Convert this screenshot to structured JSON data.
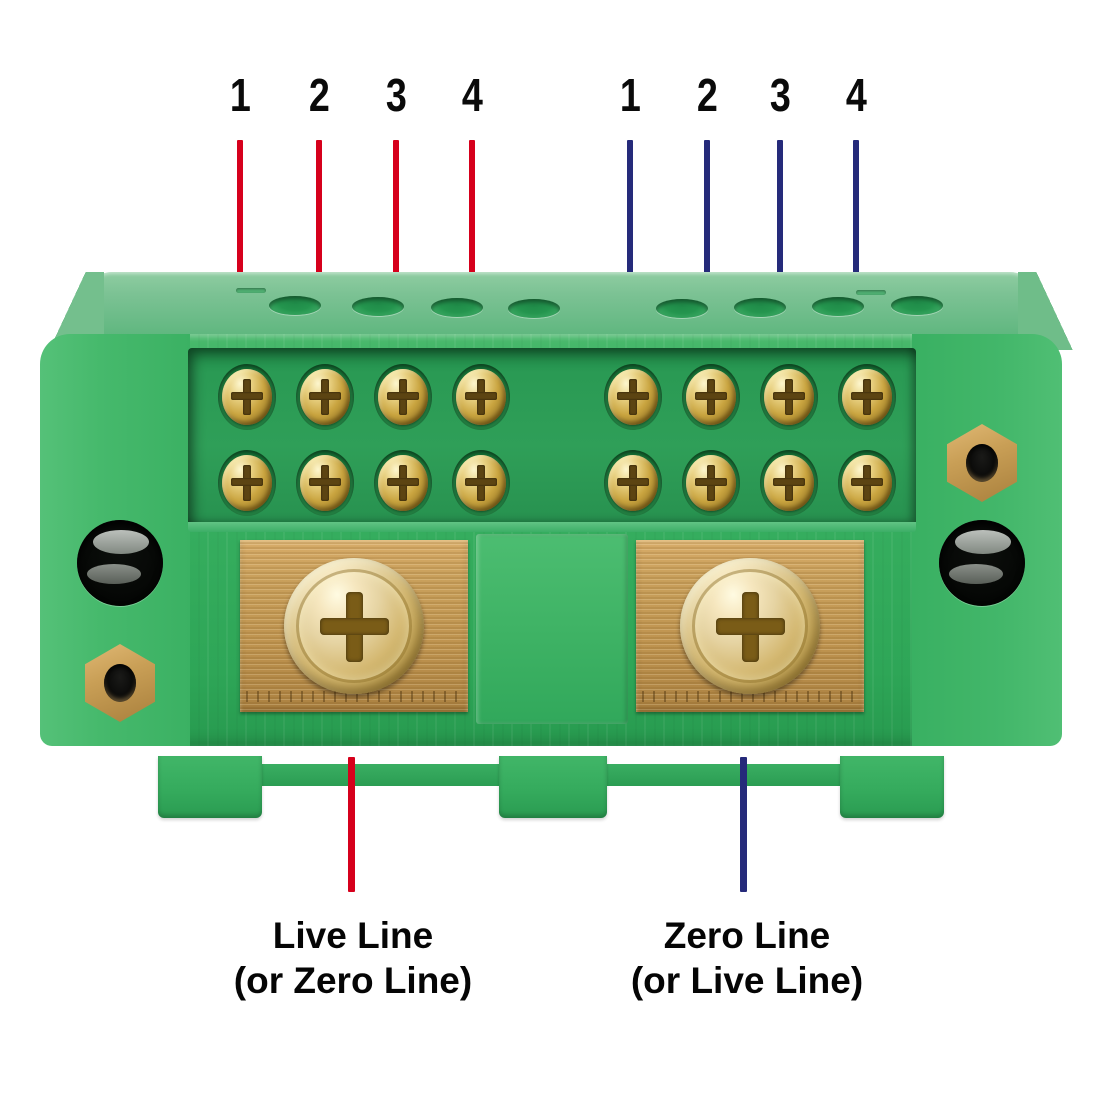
{
  "product": {
    "name": "din-rail-terminal-block",
    "body_color": "#35ad5e",
    "top_face_color": "#7cc294",
    "recess_color": "#2a9a54",
    "brass_color": "#c9a05c",
    "screw_color": "#d4b871"
  },
  "callouts": {
    "left": {
      "accent_color": "#d6001c",
      "numbers": [
        "1",
        "2",
        "3",
        "4"
      ]
    },
    "right": {
      "accent_color": "#252a7a",
      "numbers": [
        "1",
        "2",
        "3",
        "4"
      ]
    }
  },
  "bottom_labels": {
    "left": {
      "accent_color": "#d6001c",
      "line1": "Live Line",
      "line2": "(or Zero Line)"
    },
    "right": {
      "accent_color": "#252a7a",
      "line1": "Zero Line",
      "line2": "(or Live Line)"
    }
  },
  "hardware": {
    "terminal_screw_count": 16,
    "terminal_screw_rows": 2,
    "terminal_screws_per_row": 8,
    "main_screw_count": 2,
    "top_wire_hole_count": 8,
    "mounting_hole_count": 2,
    "brass_hex_insert_count": 2,
    "bus_bar_count": 2
  }
}
